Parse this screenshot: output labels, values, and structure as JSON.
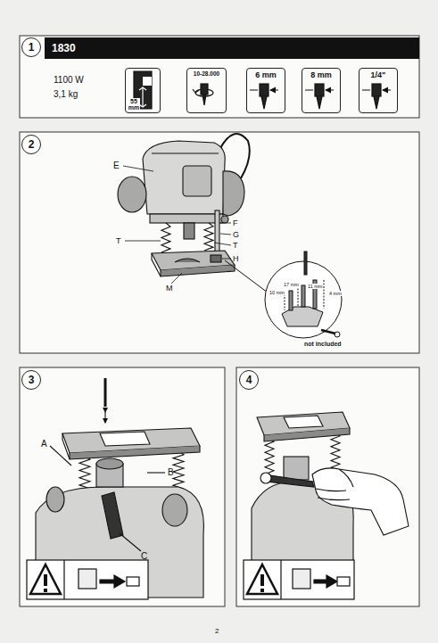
{
  "diagram": {
    "nodes": [
      {
        "text": [
          "1"
        ]
      },
      {
        "text": [
          "1830"
        ]
      },
      {
        "text": [
          "55 mm"
        ]
      },
      {
        "text": [
          "10-28.000"
        ]
      },
      {
        "text": [
          "6 mm"
        ]
      },
      {
        "text": [
          "8 mm"
        ]
      },
      {
        "text": [
          "1/4\""
        ]
      },
      {
        "text": [
          "2"
        ]
      },
      {
        "text": [
          "3"
        ]
      },
      {
        "text": [
          "4"
        ]
      }
    ],
    "labels": [
      "1100 W",
      "3,1 kg",
      "E",
      "F",
      "G",
      "T",
      "T",
      "H",
      "M",
      "10 mm",
      "17 mm",
      "11 mm",
      "4 mm",
      "not included",
      "A",
      "B",
      "C",
      "2"
    ]
  }
}
